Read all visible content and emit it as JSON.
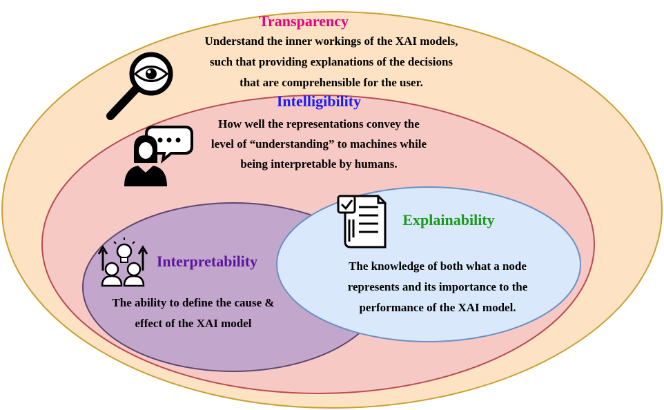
{
  "colors": {
    "transparency_fill": "#fde2c4",
    "transparency_stroke": "#c9a030",
    "intelligibility_fill": "#f7c9c4",
    "intelligibility_stroke": "#b84a50",
    "interpretability_fill": "#c3a6cc",
    "interpretability_stroke": "#5e4672",
    "explainability_fill": "#d9e9fb",
    "explainability_stroke": "#6a8fc4",
    "transparency_title": "#e6007e",
    "intelligibility_title": "#1a1aff",
    "interpretability_title": "#5b149b",
    "explainability_title": "#1a9a1a"
  },
  "transparency": {
    "title": "Transparency",
    "text": "Understand the inner workings of the XAI models,\nsuch that providing explanations of the decisions\nthat are comprehensible for the user.",
    "icon": "magnifier-eye-icon"
  },
  "intelligibility": {
    "title": "Intelligibility",
    "text": "How well the representations convey the\nlevel of “understanding” to machines while\nbeing interpretable by humans.",
    "icon": "person-speech-icon"
  },
  "interpretability": {
    "title": "Interpretability",
    "text": "The ability to define the cause &\neffect of the XAI model",
    "icon": "people-idea-icon"
  },
  "explainability": {
    "title": "Explainability",
    "text": "The knowledge of both what a node\nrepresents and its importance to the\nperformance of the XAI model.",
    "icon": "document-check-icon"
  }
}
